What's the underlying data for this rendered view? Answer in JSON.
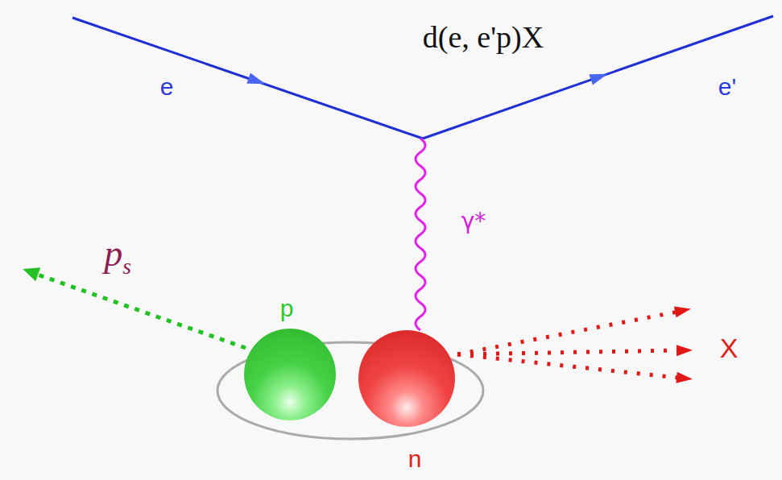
{
  "diagram": {
    "title": "d(e, e'p)X",
    "nodes": [
      {
        "text": [
          "p"
        ]
      },
      {
        "text": [
          "n"
        ]
      }
    ],
    "labels": [
      "e",
      "e'",
      "γ*",
      "ps",
      "X"
    ]
  }
}
